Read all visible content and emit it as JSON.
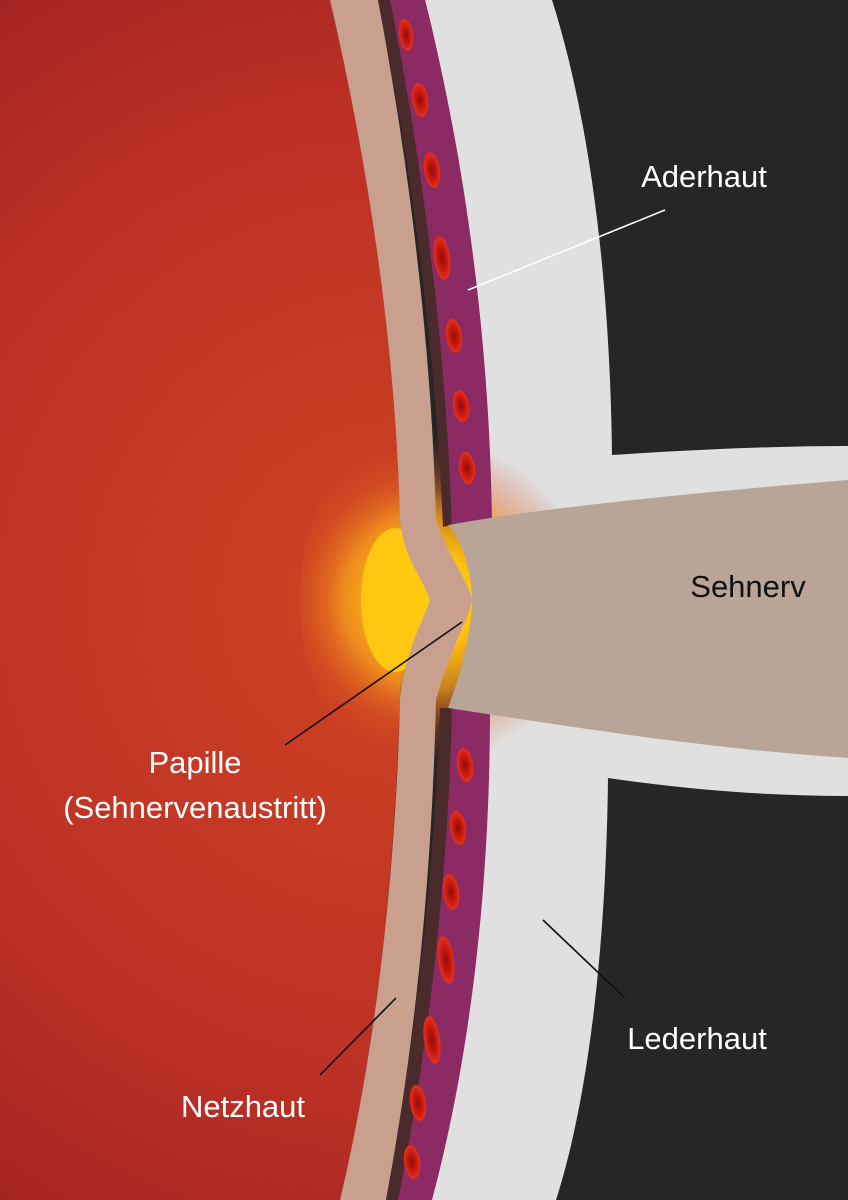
{
  "diagram": {
    "labels": {
      "choroid": "Aderhaut",
      "optic_nerve": "Sehnerv",
      "papilla_line1": "Papille",
      "papilla_line2": "(Sehnervenaustritt)",
      "sclera": "Lederhaut",
      "retina": "Netzhaut"
    },
    "colors": {
      "interior": "#c0392b",
      "interior_dark": "#9e2024",
      "papilla_glow": "#ffc510",
      "retina": "#c9a08d",
      "pigment_layer": "#4a2a2a",
      "choroid": "#8c2a63",
      "vessel": "#d3221a",
      "sclera": "#e0e0e0",
      "optic_nerve": "#b8a597",
      "background": "#262626",
      "label_light": "#ffffff",
      "label_dark": "#111111",
      "leader_light": "#ffffff",
      "leader_dark": "#111111"
    }
  }
}
